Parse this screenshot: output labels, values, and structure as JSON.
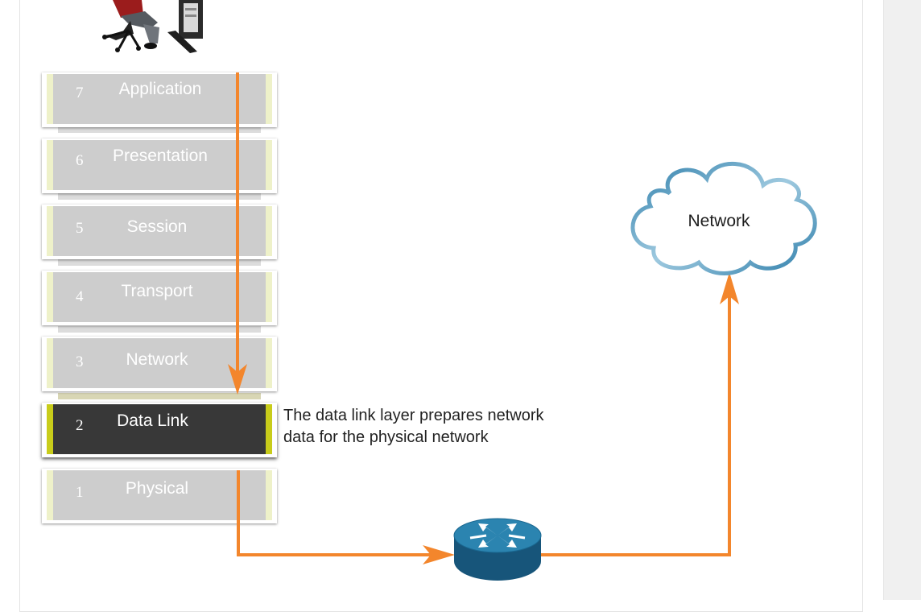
{
  "layers": [
    {
      "number": "7",
      "name": "Application"
    },
    {
      "number": "6",
      "name": "Presentation"
    },
    {
      "number": "5",
      "name": "Session"
    },
    {
      "number": "4",
      "name": "Transport"
    },
    {
      "number": "3",
      "name": "Network"
    },
    {
      "number": "2",
      "name": "Data Link"
    },
    {
      "number": "1",
      "name": "Physical"
    }
  ],
  "active_layer": "Data Link",
  "callout": {
    "line1": "The data link layer prepares network",
    "line2": "data for the physical network"
  },
  "cloud": {
    "label": "Network"
  },
  "colors": {
    "arrow": "#f3862c",
    "active_layer": "#383838",
    "inactive_layer": "#cdcdcd",
    "accent": "#c8cc1a",
    "cloud_stroke": "#3b8bb5",
    "router": "#1f6f95"
  },
  "icons": [
    "person-at-computer-icon",
    "router-icon",
    "network-cloud-icon"
  ]
}
